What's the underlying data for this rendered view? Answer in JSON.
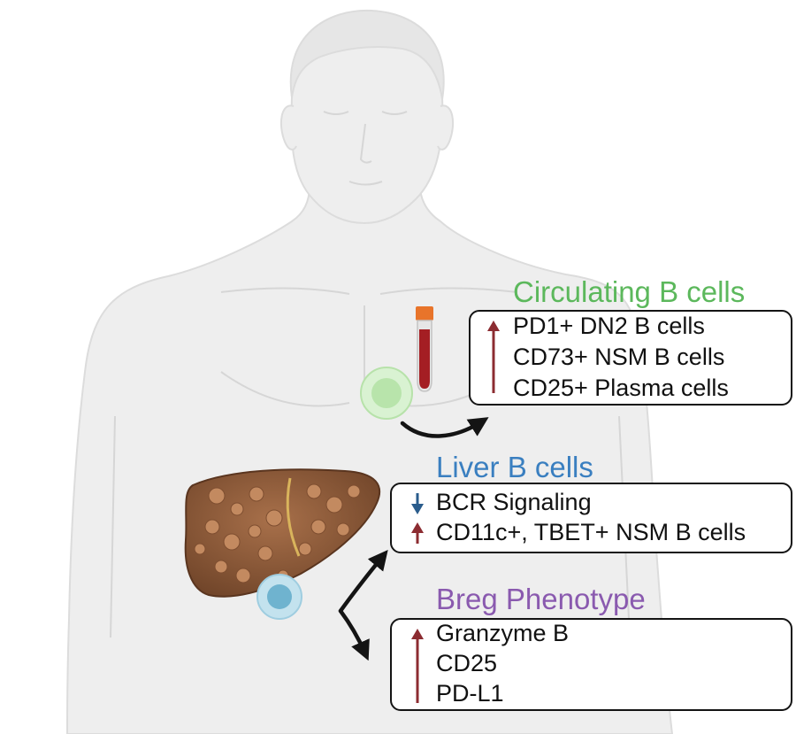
{
  "colors": {
    "circulating": "#5cb85c",
    "liver": "#3a7fc0",
    "breg": "#8a5aaf",
    "arrow_up": "#8c2c31",
    "arrow_down": "#2a5c8c",
    "body": "#eeeeee",
    "body_outline": "#dcdcdc"
  },
  "icons": {
    "body": "human-torso-silhouette",
    "blood_tube": "blood-tube-icon",
    "liver": "cirrhotic-liver-icon",
    "green_cell": "b-cell-icon",
    "blue_cell": "b-cell-icon"
  },
  "panels": {
    "circulating": {
      "heading": "Circulating B cells",
      "indicator": "up",
      "lines": [
        "PD1+ DN2 B cells",
        "CD73+ NSM B cells",
        "CD25+ Plasma cells"
      ]
    },
    "liver": {
      "heading": "Liver B cells",
      "items": [
        {
          "direction": "down",
          "text": "BCR Signaling"
        },
        {
          "direction": "up",
          "text": "CD11c+, TBET+ NSM B cells"
        }
      ]
    },
    "breg": {
      "heading": "Breg Phenotype",
      "indicator": "up",
      "lines": [
        "Granzyme B",
        "CD25",
        "PD-L1"
      ]
    }
  }
}
